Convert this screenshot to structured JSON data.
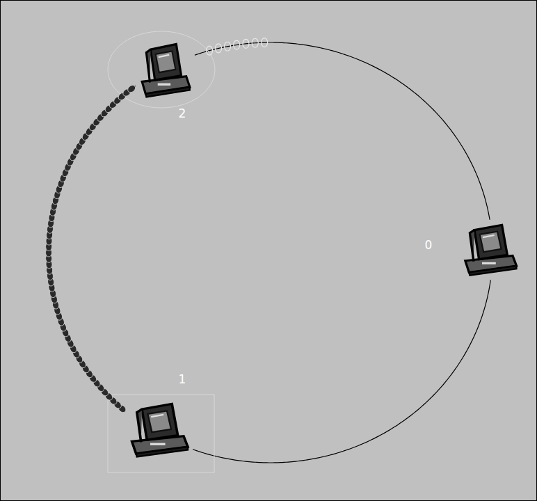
{
  "diagram": {
    "nodes": [
      {
        "text": [
          "2"
        ]
      },
      {
        "text": [
          "0"
        ]
      },
      {
        "text": [
          "1"
        ]
      }
    ],
    "edges": [
      {
        "from": 0,
        "to": 1,
        "arrow": "none"
      },
      {
        "from": 1,
        "to": 2,
        "arrow": "none"
      },
      {
        "from": 2,
        "to": 0,
        "arrow": "none"
      }
    ]
  }
}
